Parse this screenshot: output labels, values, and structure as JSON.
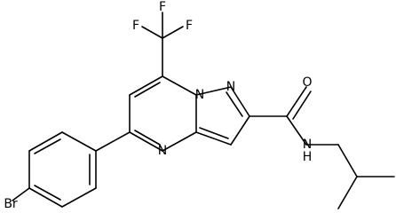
{
  "molecule": {
    "atoms": {
      "F1": "F",
      "F2": "F",
      "F3": "F",
      "N_ring_a": "N",
      "N_ring_b": "N",
      "N_ring_c": "N",
      "O_carbonyl": "O",
      "NH_amide": "N",
      "H_amide": "H",
      "Br": "Br"
    }
  }
}
